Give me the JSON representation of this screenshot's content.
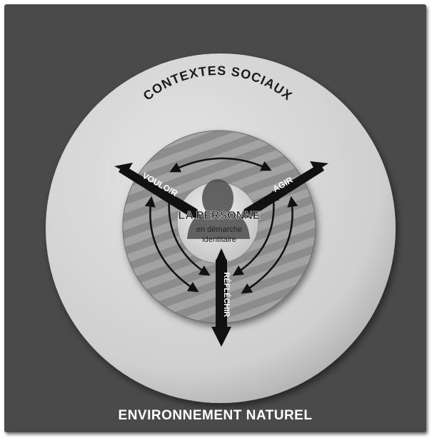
{
  "outer_label": "CONTEXTES SOCIAUX",
  "center": {
    "title": "LA PERSONNE",
    "subtitle_line1": "en démarche",
    "subtitle_line2": "identitaire"
  },
  "arrows": {
    "left": "VOULOIR",
    "right": "AGIR",
    "bottom": "RÉFLÉCHIR"
  },
  "bottom_label": "ENVIRONNEMENT NATUREL"
}
